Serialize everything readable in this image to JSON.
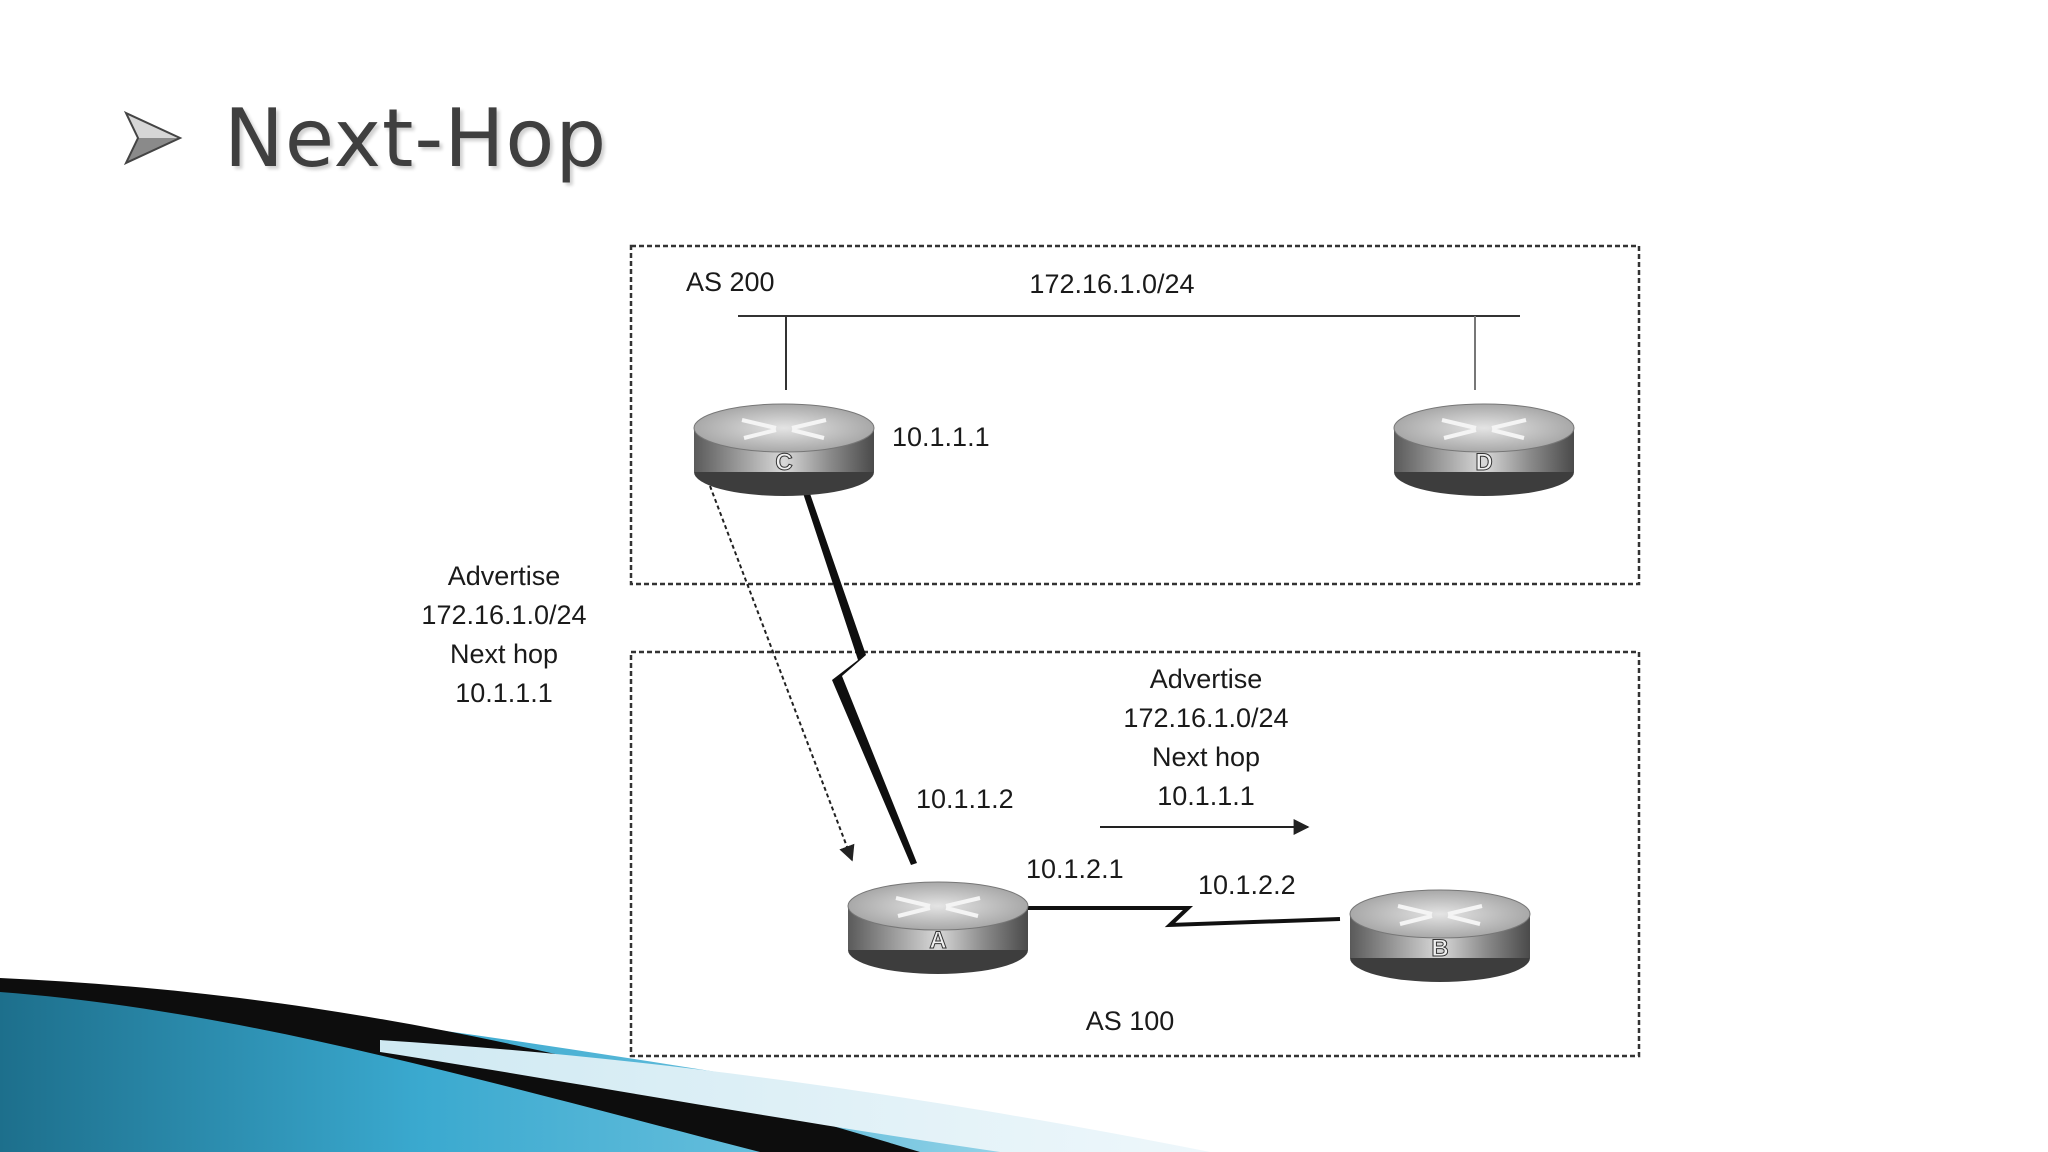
{
  "slide": {
    "title": "Next-Hop"
  },
  "diagram": {
    "as_top": "AS 200",
    "as_bottom": "AS 100",
    "network_top": "172.16.1.0/24",
    "routers": {
      "c": "C",
      "d": "D",
      "a": "A",
      "b": "B"
    },
    "addresses": {
      "c_addr": "10.1.1.1",
      "a_link_c": "10.1.1.2",
      "a_link_b": "10.1.2.1",
      "b_link_a": "10.1.2.2"
    },
    "advert_left": [
      "Advertise",
      "172.16.1.0/24",
      "Next hop",
      "10.1.1.1"
    ],
    "advert_right": [
      "Advertise",
      "172.16.1.0/24",
      "Next hop",
      "10.1.1.1"
    ]
  },
  "colors": {
    "title": "#3f3f3f",
    "accent_teal": "#2a8fb0",
    "accent_dark": "#111111"
  }
}
